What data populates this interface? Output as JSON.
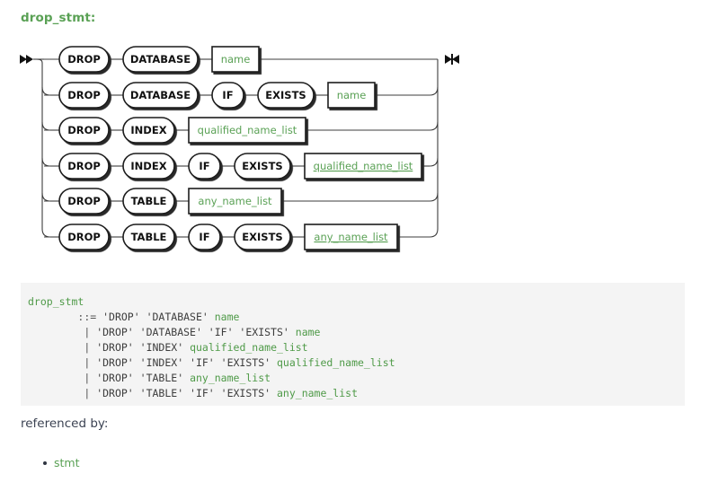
{
  "page": {
    "title": "drop_stmt:",
    "rule_name": "drop_stmt",
    "referenced_by_label": "referenced by:"
  },
  "colors": {
    "nonterminal_green": "#5aa155",
    "terminal_text": "#111111",
    "rail": "#3d3d3d",
    "code_background": "#f4f4f4",
    "code_text": "#444444",
    "page_background": "#ffffff",
    "bullet": "#2e3440"
  },
  "diagram": {
    "start_marker": "double-right-triangle",
    "end_marker": "triangles-facing-in",
    "rows": [
      {
        "index": 0,
        "items": [
          {
            "kind": "terminal",
            "label": "DROP",
            "underlined": false
          },
          {
            "kind": "terminal",
            "label": "DATABASE",
            "underlined": false
          },
          {
            "kind": "nonterminal",
            "label": "name",
            "underlined": false
          }
        ]
      },
      {
        "index": 1,
        "items": [
          {
            "kind": "terminal",
            "label": "DROP",
            "underlined": false
          },
          {
            "kind": "terminal",
            "label": "DATABASE",
            "underlined": false
          },
          {
            "kind": "terminal",
            "label": "IF",
            "underlined": false
          },
          {
            "kind": "terminal",
            "label": "EXISTS",
            "underlined": false
          },
          {
            "kind": "nonterminal",
            "label": "name",
            "underlined": false
          }
        ]
      },
      {
        "index": 2,
        "items": [
          {
            "kind": "terminal",
            "label": "DROP",
            "underlined": false
          },
          {
            "kind": "terminal",
            "label": "INDEX",
            "underlined": false
          },
          {
            "kind": "nonterminal",
            "label": "qualified_name_list",
            "underlined": false
          }
        ]
      },
      {
        "index": 3,
        "items": [
          {
            "kind": "terminal",
            "label": "DROP",
            "underlined": false
          },
          {
            "kind": "terminal",
            "label": "INDEX",
            "underlined": false
          },
          {
            "kind": "terminal",
            "label": "IF",
            "underlined": false
          },
          {
            "kind": "terminal",
            "label": "EXISTS",
            "underlined": false
          },
          {
            "kind": "nonterminal",
            "label": "qualified_name_list",
            "underlined": true
          }
        ]
      },
      {
        "index": 4,
        "items": [
          {
            "kind": "terminal",
            "label": "DROP",
            "underlined": false
          },
          {
            "kind": "terminal",
            "label": "TABLE",
            "underlined": false
          },
          {
            "kind": "nonterminal",
            "label": "any_name_list",
            "underlined": false
          }
        ]
      },
      {
        "index": 5,
        "items": [
          {
            "kind": "terminal",
            "label": "DROP",
            "underlined": false
          },
          {
            "kind": "terminal",
            "label": "TABLE",
            "underlined": false
          },
          {
            "kind": "terminal",
            "label": "IF",
            "underlined": false
          },
          {
            "kind": "terminal",
            "label": "EXISTS",
            "underlined": false
          },
          {
            "kind": "nonterminal",
            "label": "any_name_list",
            "underlined": true
          }
        ]
      }
    ]
  },
  "ebnf": {
    "head": "drop_stmt",
    "assign": "::=",
    "alternation": "|",
    "lines": [
      {
        "op": "::=",
        "tokens": [
          "'DROP'",
          "'DATABASE'"
        ],
        "nonterminal": "name"
      },
      {
        "op": "|",
        "tokens": [
          "'DROP'",
          "'DATABASE'",
          "'IF'",
          "'EXISTS'"
        ],
        "nonterminal": "name"
      },
      {
        "op": "|",
        "tokens": [
          "'DROP'",
          "'INDEX'"
        ],
        "nonterminal": "qualified_name_list"
      },
      {
        "op": "|",
        "tokens": [
          "'DROP'",
          "'INDEX'",
          "'IF'",
          "'EXISTS'"
        ],
        "nonterminal": "qualified_name_list"
      },
      {
        "op": "|",
        "tokens": [
          "'DROP'",
          "'TABLE'"
        ],
        "nonterminal": "any_name_list"
      },
      {
        "op": "|",
        "tokens": [
          "'DROP'",
          "'TABLE'",
          "'IF'",
          "'EXISTS'"
        ],
        "nonterminal": "any_name_list"
      }
    ]
  },
  "referenced_by": {
    "label": "referenced by:",
    "items": [
      {
        "label": "stmt"
      }
    ]
  }
}
